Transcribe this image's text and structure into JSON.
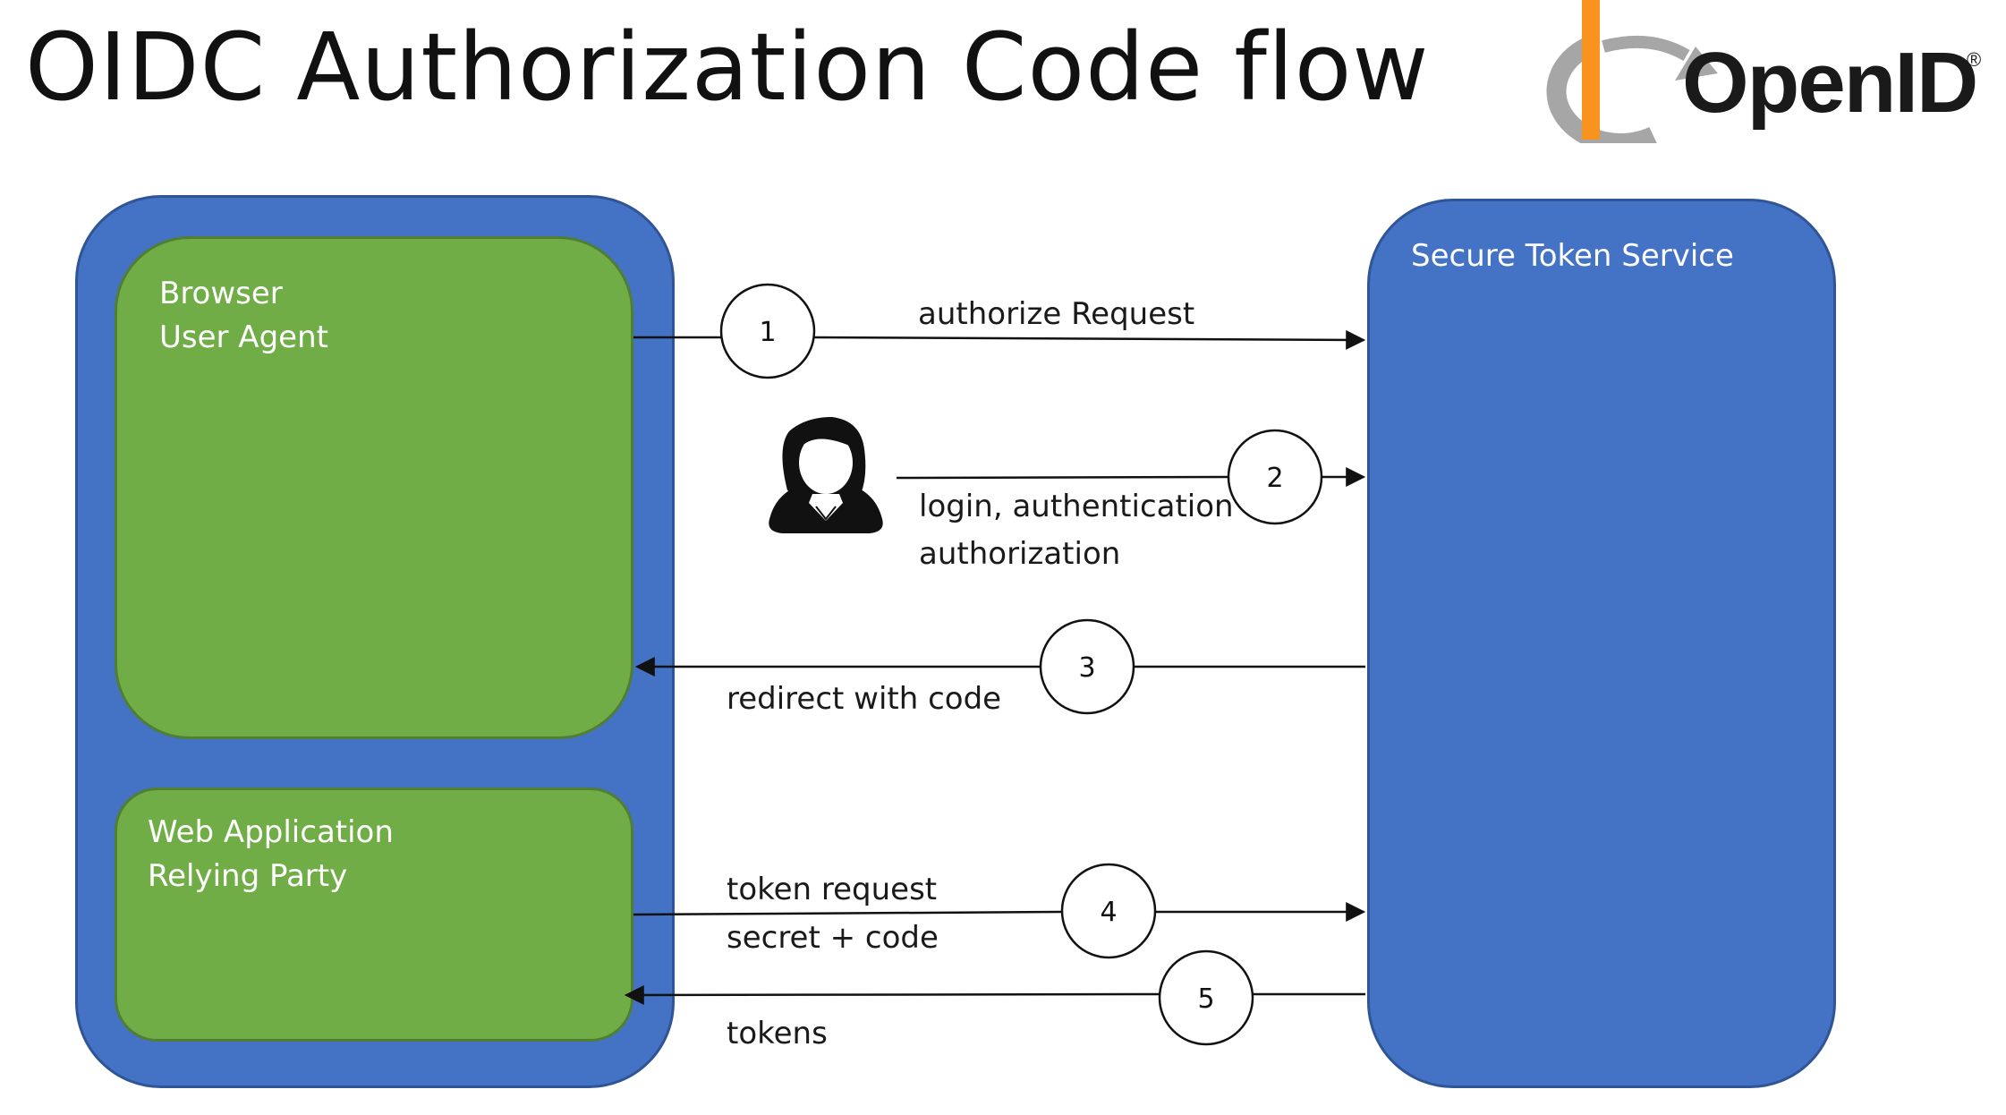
{
  "title": "OIDC Authorization Code flow",
  "logo": {
    "text": "OpenID",
    "registered": "®"
  },
  "boxes": {
    "browser_line1": "Browser",
    "browser_line2": "User Agent",
    "webapp_line1": "Web Application",
    "webapp_line2": "Relying Party",
    "sts": "Secure  Token Service"
  },
  "steps": [
    {
      "num": "1",
      "label": "authorize Request"
    },
    {
      "num": "2",
      "label_line1": "login, authentication",
      "label_line2": "authorization"
    },
    {
      "num": "3",
      "label": "redirect with code"
    },
    {
      "num": "4",
      "label_line1": "token request",
      "label_line2": "secret + code"
    },
    {
      "num": "5",
      "label": "tokens"
    }
  ],
  "colors": {
    "blue": "#4472c4",
    "green": "#70ad47",
    "logo_orange": "#f7931e",
    "logo_gray": "#a6a6a6"
  }
}
